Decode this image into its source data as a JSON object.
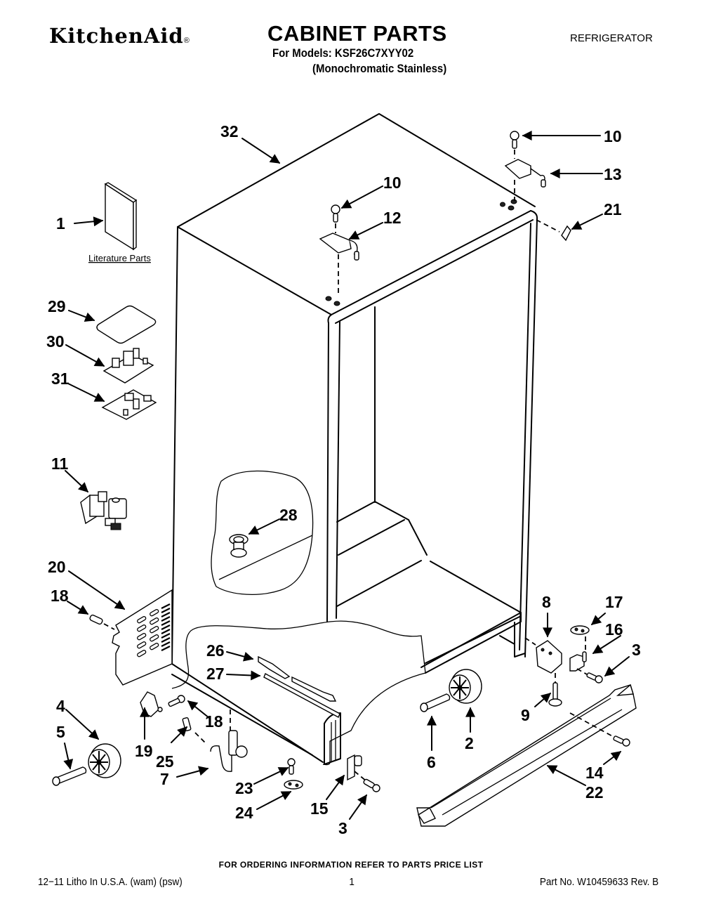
{
  "header": {
    "brand": "KitchenAid",
    "brand_mark": "®",
    "title": "CABINET PARTS",
    "models_line": "For Models: KSF26C7XYY02",
    "finish_line": "(Monochromatic Stainless)",
    "product_type": "REFRIGERATOR"
  },
  "diagram": {
    "literature_label": "Literature Parts",
    "callouts": {
      "c1": "1",
      "c2": "2",
      "c3a": "3",
      "c3b": "3",
      "c4": "4",
      "c5": "5",
      "c6": "6",
      "c7": "7",
      "c8": "8",
      "c9": "9",
      "c10a": "10",
      "c10b": "10",
      "c11": "11",
      "c12": "12",
      "c13": "13",
      "c14": "14",
      "c15": "15",
      "c16": "16",
      "c17": "17",
      "c18a": "18",
      "c18b": "18",
      "c19": "19",
      "c20": "20",
      "c21": "21",
      "c22": "22",
      "c23": "23",
      "c24": "24",
      "c25": "25",
      "c26": "26",
      "c27": "27",
      "c28": "28",
      "c29": "29",
      "c30": "30",
      "c31": "31",
      "c32": "32"
    }
  },
  "footer": {
    "ordering_note": "FOR ORDERING INFORMATION REFER TO PARTS PRICE LIST",
    "print_info": "12−11 Litho In U.S.A. (wam) (psw)",
    "page_number": "1",
    "part_number": "Part No. W10459633 Rev. B"
  }
}
